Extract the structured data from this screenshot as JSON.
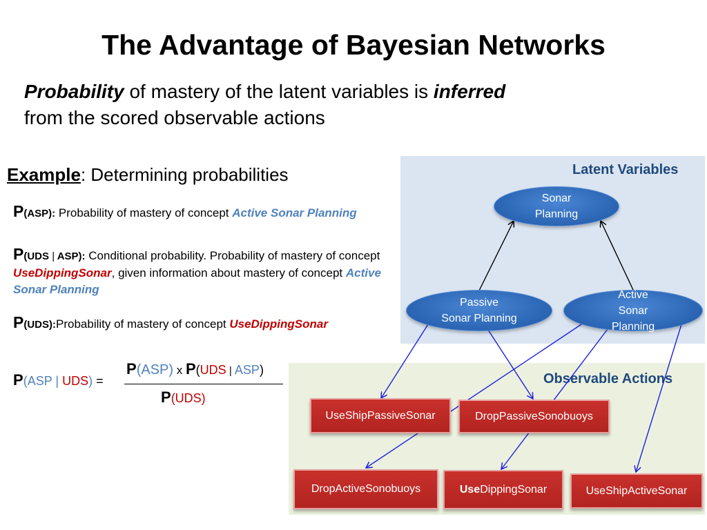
{
  "title": "The Advantage of Bayesian Networks",
  "subtitle": {
    "part1": "Probability",
    "part2": " of mastery of the latent variables is ",
    "part3": "inferred",
    "part4": "from the scored observable actions"
  },
  "example": {
    "label": "Example",
    "rest": ": Determining probabilities"
  },
  "definitions": [
    {
      "p": "P",
      "args": "(ASP):",
      "text": " Probability of mastery of concept ",
      "concept": "Active Sonar Planning"
    },
    {
      "p": "P",
      "args_open": "(UDS ",
      "bar": "|",
      "args_close": " ASP):",
      "text1": " Conditional probability.  Probability of mastery of concept ",
      "concept1": "UseDippingSonar",
      "text2": ", given information about mastery of concept ",
      "concept2": "Active Sonar Planning"
    },
    {
      "p": "P",
      "args": "(UDS):",
      "text": "Probability of mastery of concept ",
      "concept": "UseDippingSonar"
    }
  ],
  "formula": {
    "lhs_p": "P",
    "lhs_open": "(",
    "lhs_asp": "ASP",
    "lhs_bar": " | ",
    "lhs_uds": "UDS",
    "lhs_close": ")",
    "equals": " =",
    "num_p1": "P",
    "num_arg1": "(ASP)",
    "times": " x ",
    "num_p2": "P",
    "num_open": "(",
    "num_uds": "UDS",
    "num_bar": " | ",
    "num_asp": "ASP",
    "num_close": ")",
    "den_p": "P",
    "den_arg": "(UDS)"
  },
  "latent_panel": {
    "title": "Latent Variables",
    "nodes": {
      "sonar_planning": [
        "Sonar",
        "Planning"
      ],
      "passive_sonar_planning": [
        "Passive",
        "Sonar Planning"
      ],
      "active_sonar_planning": [
        "Active",
        "Sonar",
        "Planning"
      ]
    }
  },
  "observable_panel": {
    "title": "Observable Actions",
    "actions": {
      "use_ship_passive_sonar": "UseShipPassiveSonar",
      "drop_passive_sonobuoys": "DropPassiveSonobuoys",
      "drop_active_sonobuoys": "DropActiveSonobuoys",
      "use_dipping_sonar_bold": "Use",
      "use_dipping_sonar_rest": "DippingSonar",
      "use_ship_active_sonar": "UseShipActiveSonar"
    }
  },
  "colors": {
    "latent_bg": "#dbe5f1",
    "observable_bg": "#ebf1de",
    "node_blue": "#2e69b8",
    "action_red": "#b22420",
    "concept_blue": "#4f81bd",
    "concept_red": "#c00000",
    "arrow_blue": "#1f1fe0",
    "panel_title": "#1f497d"
  }
}
